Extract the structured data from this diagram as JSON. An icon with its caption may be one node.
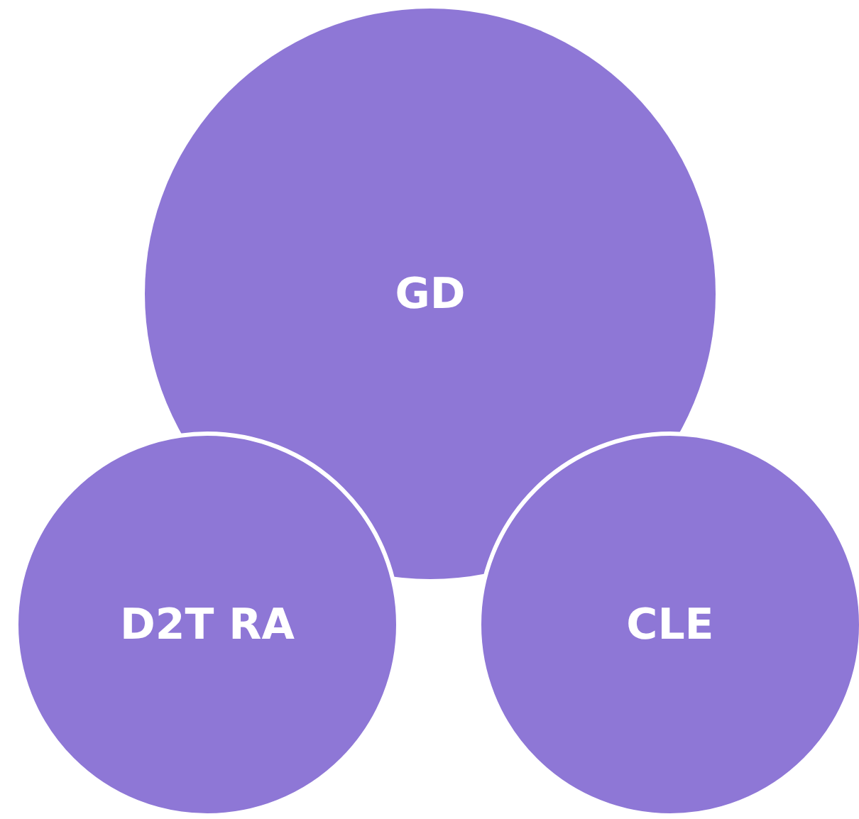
{
  "diagram": {
    "nodes": [
      {
        "text": [
          "GD"
        ]
      },
      {
        "text": [
          "D2T RA"
        ]
      },
      {
        "text": [
          "CLE"
        ]
      }
    ]
  }
}
